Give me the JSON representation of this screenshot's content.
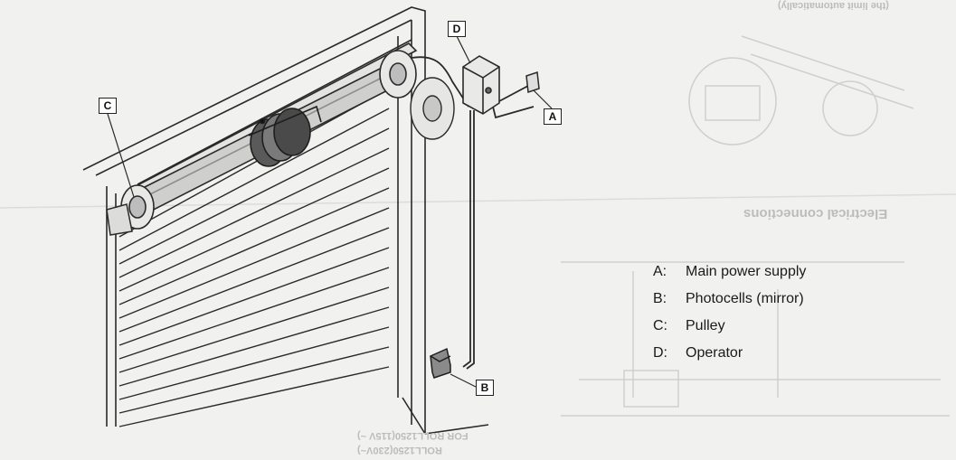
{
  "callouts": {
    "a": "A",
    "b": "B",
    "c": "C",
    "d": "D"
  },
  "legend": [
    {
      "key": "A:",
      "text": "Main power supply"
    },
    {
      "key": "B:",
      "text": "Photocells (mirror)"
    },
    {
      "key": "C:",
      "text": "Pulley"
    },
    {
      "key": "D:",
      "text": "Operator"
    }
  ],
  "bleed_through": {
    "heading": "Electrical connections",
    "top_note": "(the limit automatically)",
    "bottom_line_1": "FOR ROLL1250(115V ~)",
    "bottom_line_2": "ROLL1250(230V~)"
  },
  "colors": {
    "paper": "#f1f1ef",
    "line": "#2a2a2a",
    "shade": "#9a9a9a",
    "ghost": "#c4c4c4"
  }
}
